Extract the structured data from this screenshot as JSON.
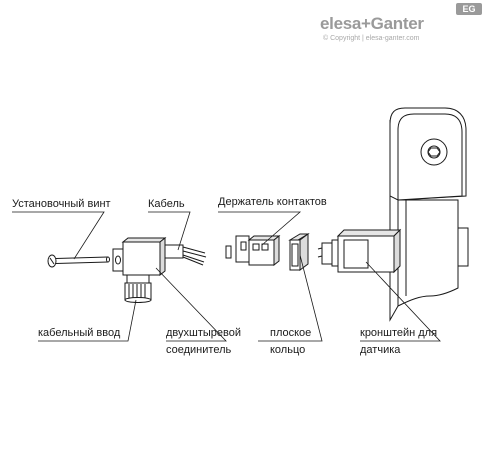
{
  "brand": {
    "logo_text": "elesa+Ganter",
    "badge": "EG",
    "copyright": "© Copyright | elesa-ganter.com"
  },
  "labels": {
    "set_screw": "Установочный винт",
    "cable": "Кабель",
    "contact_holder": "Держатель контактов",
    "cable_gland": "кабельный ввод",
    "connector_line1": "двухштыревой",
    "connector_line2": "соединитель",
    "ring_line1": "плоское",
    "ring_line2": "кольцо",
    "bracket_line1": "кронштейн для",
    "bracket_line2": "датчика"
  },
  "colors": {
    "stroke": "#1a1a1a",
    "fill": "#ffffff",
    "shade": "#d6d6d6",
    "logo": "#9a9a9a"
  }
}
